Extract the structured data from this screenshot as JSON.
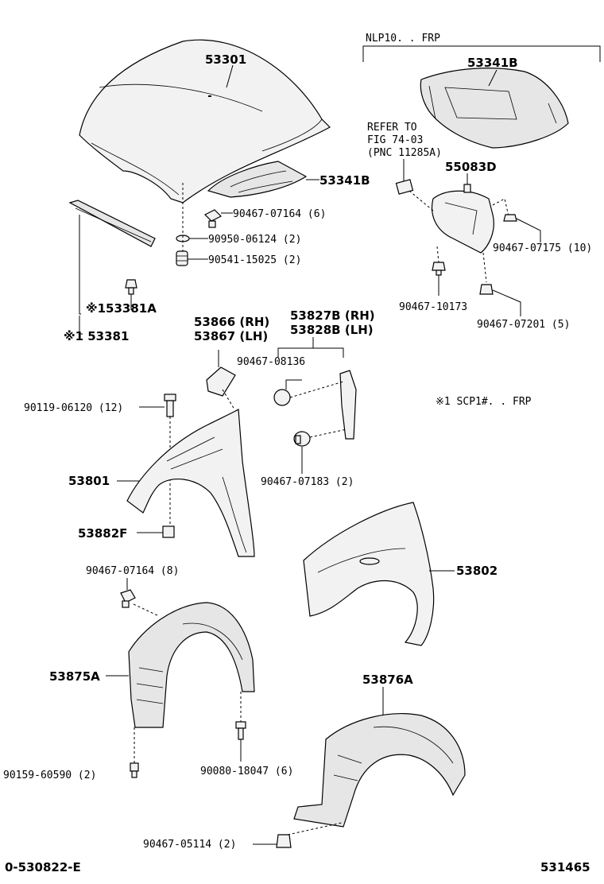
{
  "header": {
    "variant_nlp": "NLP10. . FRP",
    "refer_line1": "REFER TO",
    "refer_line2": "FIG 74-03",
    "refer_line3": "(PNC 11285A)",
    "note_scp": "※1 SCP1#. . FRP"
  },
  "parts": {
    "p53301": "53301",
    "p53341b_top": "53341B",
    "p53341b": "53341B",
    "p55083d": "55083D",
    "p90467_07164_6": "90467-07164 (6)",
    "p90950_06124_2": "90950-06124 (2)",
    "p90541_15025_2": "90541-15025 (2)",
    "p90467_07175_10": "90467-07175 (10)",
    "p90467_10173": "90467-10173",
    "p90467_07201_5": "90467-07201 (5)",
    "p153381a": "※153381A",
    "p153381": "※1 53381",
    "p53866": "53866 (RH)",
    "p53867": "53867 (LH)",
    "p53827b": "53827B (RH)",
    "p53828b": "53828B (LH)",
    "p90467_08136": "90467-08136",
    "p90119_06120_12": "90119-06120 (12)",
    "p53801": "53801",
    "p90467_07183_2": "90467-07183 (2)",
    "p53882f": "53882F",
    "p53802": "53802",
    "p90467_07164_8": "90467-07164 (8)",
    "p53875a": "53875A",
    "p53876a": "53876A",
    "p90159_60590_2": "90159-60590 (2)",
    "p90080_18047_6": "90080-18047 (6)",
    "p90467_05114_2": "90467-05114 (2)"
  },
  "footer": {
    "left_code": "0-530822-E",
    "right_code": "531465"
  }
}
